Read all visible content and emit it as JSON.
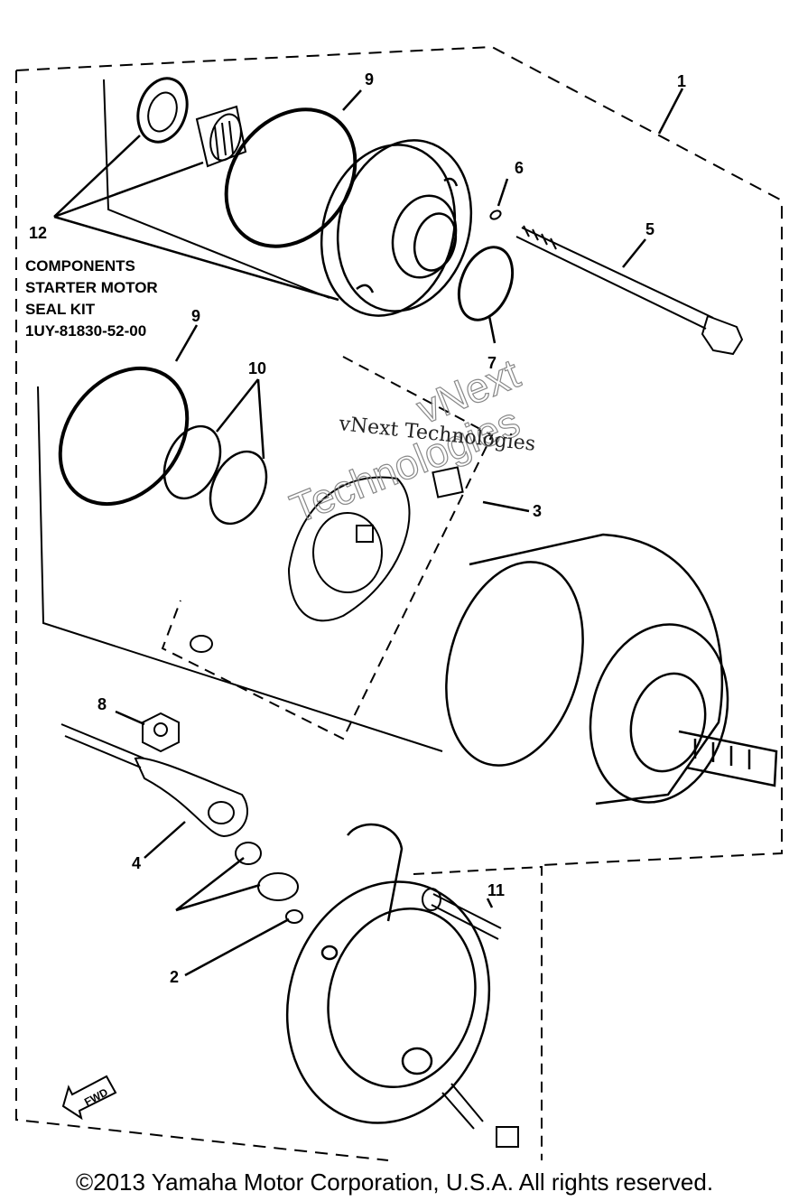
{
  "callouts": {
    "c1": "1",
    "c2": "2",
    "c3": "3",
    "c4": "4",
    "c5": "5",
    "c6": "6",
    "c7": "7",
    "c8": "8",
    "c9a": "9",
    "c9b": "9",
    "c10": "10",
    "c11": "11",
    "c12": "12"
  },
  "kit_note": {
    "line1": "COMPONENTS",
    "line2": "STARTER MOTOR",
    "line3": "SEAL KIT",
    "line4": "1UY-81830-52-00"
  },
  "watermark": {
    "serif_text": "vNext Technologies",
    "outline_line1": "vNext",
    "outline_line2": "Technologies"
  },
  "fwd_label": "FWD",
  "copyright": "©2013 Yamaha Motor Corporation, U.S.A. All rights reserved."
}
